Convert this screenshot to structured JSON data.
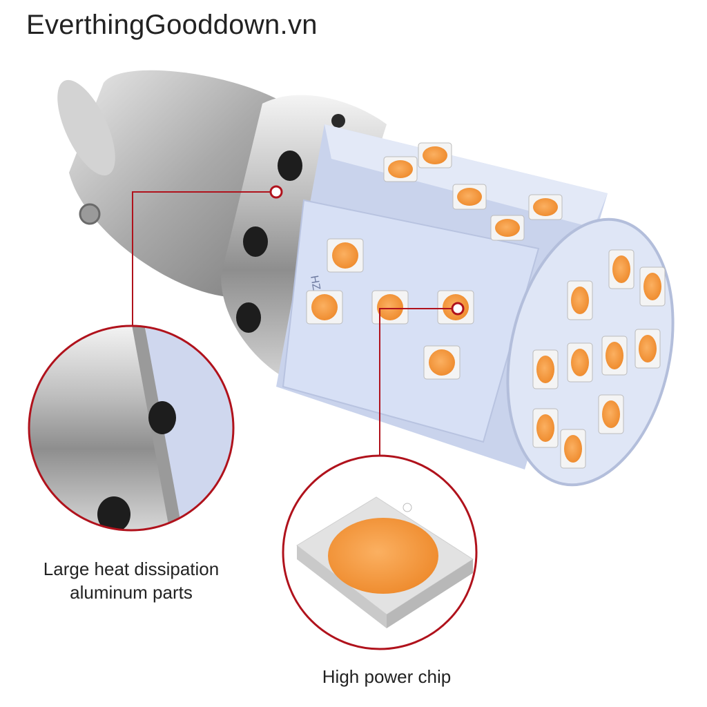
{
  "watermark": "EverthingGooddown.vn",
  "callouts": {
    "heat_label": "Large heat dissipation aluminum parts",
    "heat_label_line1": "Large heat dissipation",
    "heat_label_line2": "aluminum parts",
    "chip_label": "High power chip"
  },
  "pcb_marking": "HZ",
  "colors": {
    "accent": "#b0121c",
    "led": "#f59a3b",
    "pcb": "#d7e0f5",
    "metal": "#c8c8c8"
  }
}
